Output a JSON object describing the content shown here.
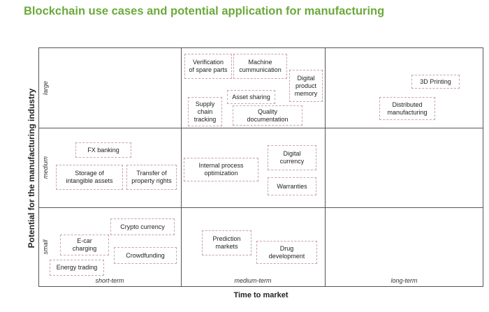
{
  "title": "Blockchain use cases and potential application for manufacturing",
  "y_axis_label": "Potential for the manufacturing industry",
  "x_axis_label": "Time to market",
  "rows": [
    "large",
    "medium",
    "small"
  ],
  "columns": [
    "short-term",
    "medium-term",
    "long-term"
  ],
  "use_cases": {
    "verification_spare_parts": "Verification\nof spare parts",
    "machine_communication": "Machine\ncummunication",
    "digital_product_memory": "Digital\nproduct\nmemory",
    "asset_sharing": "Asset sharing",
    "supply_chain_tracking": "Supply\nchain\ntracking",
    "quality_documentation": "Quality\ndocumentation",
    "printing_3d": "3D Printing",
    "distributed_manufacturing": "Distributed\nmanufacturing",
    "fx_banking": "FX banking",
    "storage_intangible_assets": "Storage of\nintangible assets",
    "transfer_property_rights": "Transfer of\nproperty rights",
    "internal_process_optimization": "Internal process\noptimization",
    "digital_currency": "Digital\ncurrency",
    "warranties": "Warranties",
    "crypto_currency": "Crypto currency",
    "e_car_charging": "E-car\ncharging",
    "crowdfunding": "Crowdfunding",
    "energy_trading": "Energy trading",
    "prediction_markets": "Prediction\nmarkets",
    "drug_development": "Drug\ndevelopment"
  }
}
